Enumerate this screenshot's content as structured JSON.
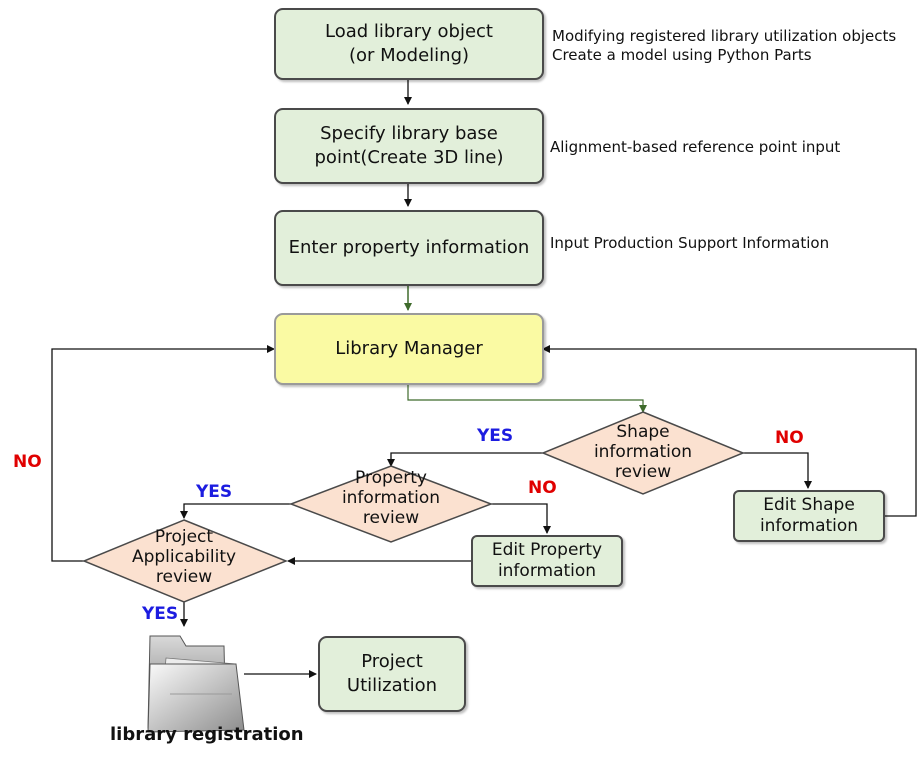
{
  "steps": {
    "load": {
      "line1": "Load library object",
      "line2": "(or Modeling)"
    },
    "base_point": {
      "line1": "Specify library base",
      "line2": "point(Create 3D line)"
    },
    "property": {
      "line1": "Enter property information"
    },
    "manager": {
      "line1": "Library Manager"
    },
    "edit_shape": {
      "line1": "Edit Shape",
      "line2": "information"
    },
    "edit_property": {
      "line1": "Edit Property",
      "line2": "information"
    },
    "utilization": {
      "line1": "Project",
      "line2": "Utilization"
    }
  },
  "notes": {
    "load_1": "Modifying registered library utilization objects",
    "load_2": "Create a model using Python Parts",
    "base_point": "Alignment-based reference point input",
    "property": "Input Production Support Information"
  },
  "decisions": {
    "shape": {
      "line1": "Shape",
      "line2": "information",
      "line3": "review"
    },
    "property": {
      "line1": "Property",
      "line2": "information",
      "line3": "review"
    },
    "project": {
      "line1": "Project",
      "line2": "Applicability",
      "line3": "review"
    }
  },
  "branches": {
    "shape_yes": "YES",
    "shape_no": "NO",
    "property_yes": "YES",
    "property_no": "NO",
    "project_yes": "YES",
    "project_no": "NO"
  },
  "registration": {
    "caption": "library registration",
    "icon": "folder-icon"
  },
  "colors": {
    "step_fill": "#e2efda",
    "manager_fill": "#fafaa3",
    "decision_fill": "#fbe1d0",
    "yes": "#1c1ce0",
    "no": "#e00000"
  }
}
